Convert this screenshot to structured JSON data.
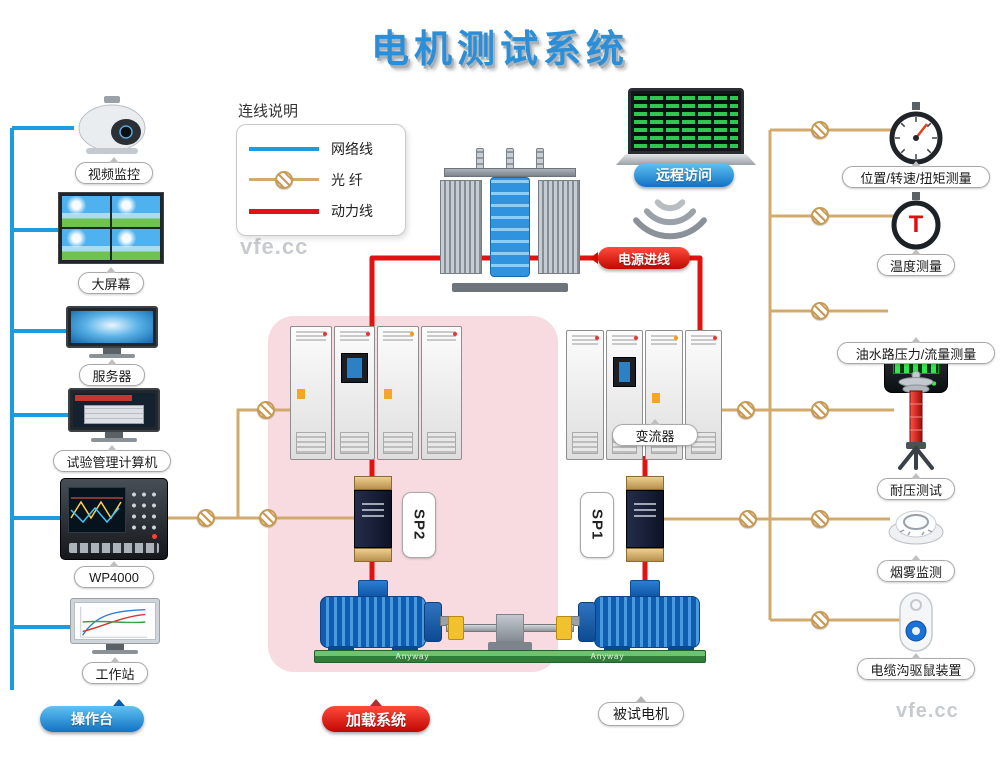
{
  "title": "电机测试系统",
  "watermarks": {
    "center": "vfe.cc",
    "corner": "vfe.cc"
  },
  "legend": {
    "title": "连线说明",
    "items": [
      {
        "label": "网络线"
      },
      {
        "label": "光  纤"
      },
      {
        "label": "动力线"
      }
    ]
  },
  "left_devices": [
    {
      "label": "视频监控"
    },
    {
      "label": "大屏幕"
    },
    {
      "label": "服务器"
    },
    {
      "label": "试验管理计算机"
    },
    {
      "label": "WP4000"
    },
    {
      "label": "工作站"
    }
  ],
  "right_devices": [
    {
      "label": "位置/转速/扭矩测量"
    },
    {
      "label": "温度测量",
      "glyph": "T"
    },
    {
      "label": "油水路压力/流量测量"
    },
    {
      "label": "耐压测试"
    },
    {
      "label": "烟雾监测"
    },
    {
      "label": "电缆沟驱鼠装置"
    }
  ],
  "center": {
    "converter_label": "变流器",
    "sp1": "SP1",
    "sp2": "SP2"
  },
  "badges": {
    "remote_access": "远程访问",
    "power_inlet": "电源进线",
    "console": "操作台",
    "loading_system": "加载系统",
    "tested_motor": "被试电机"
  },
  "brand": {
    "rail": "Anyway"
  },
  "colors": {
    "network": "#1b9ce0",
    "fiber": "#d2aa6e",
    "power": "#e31212"
  }
}
